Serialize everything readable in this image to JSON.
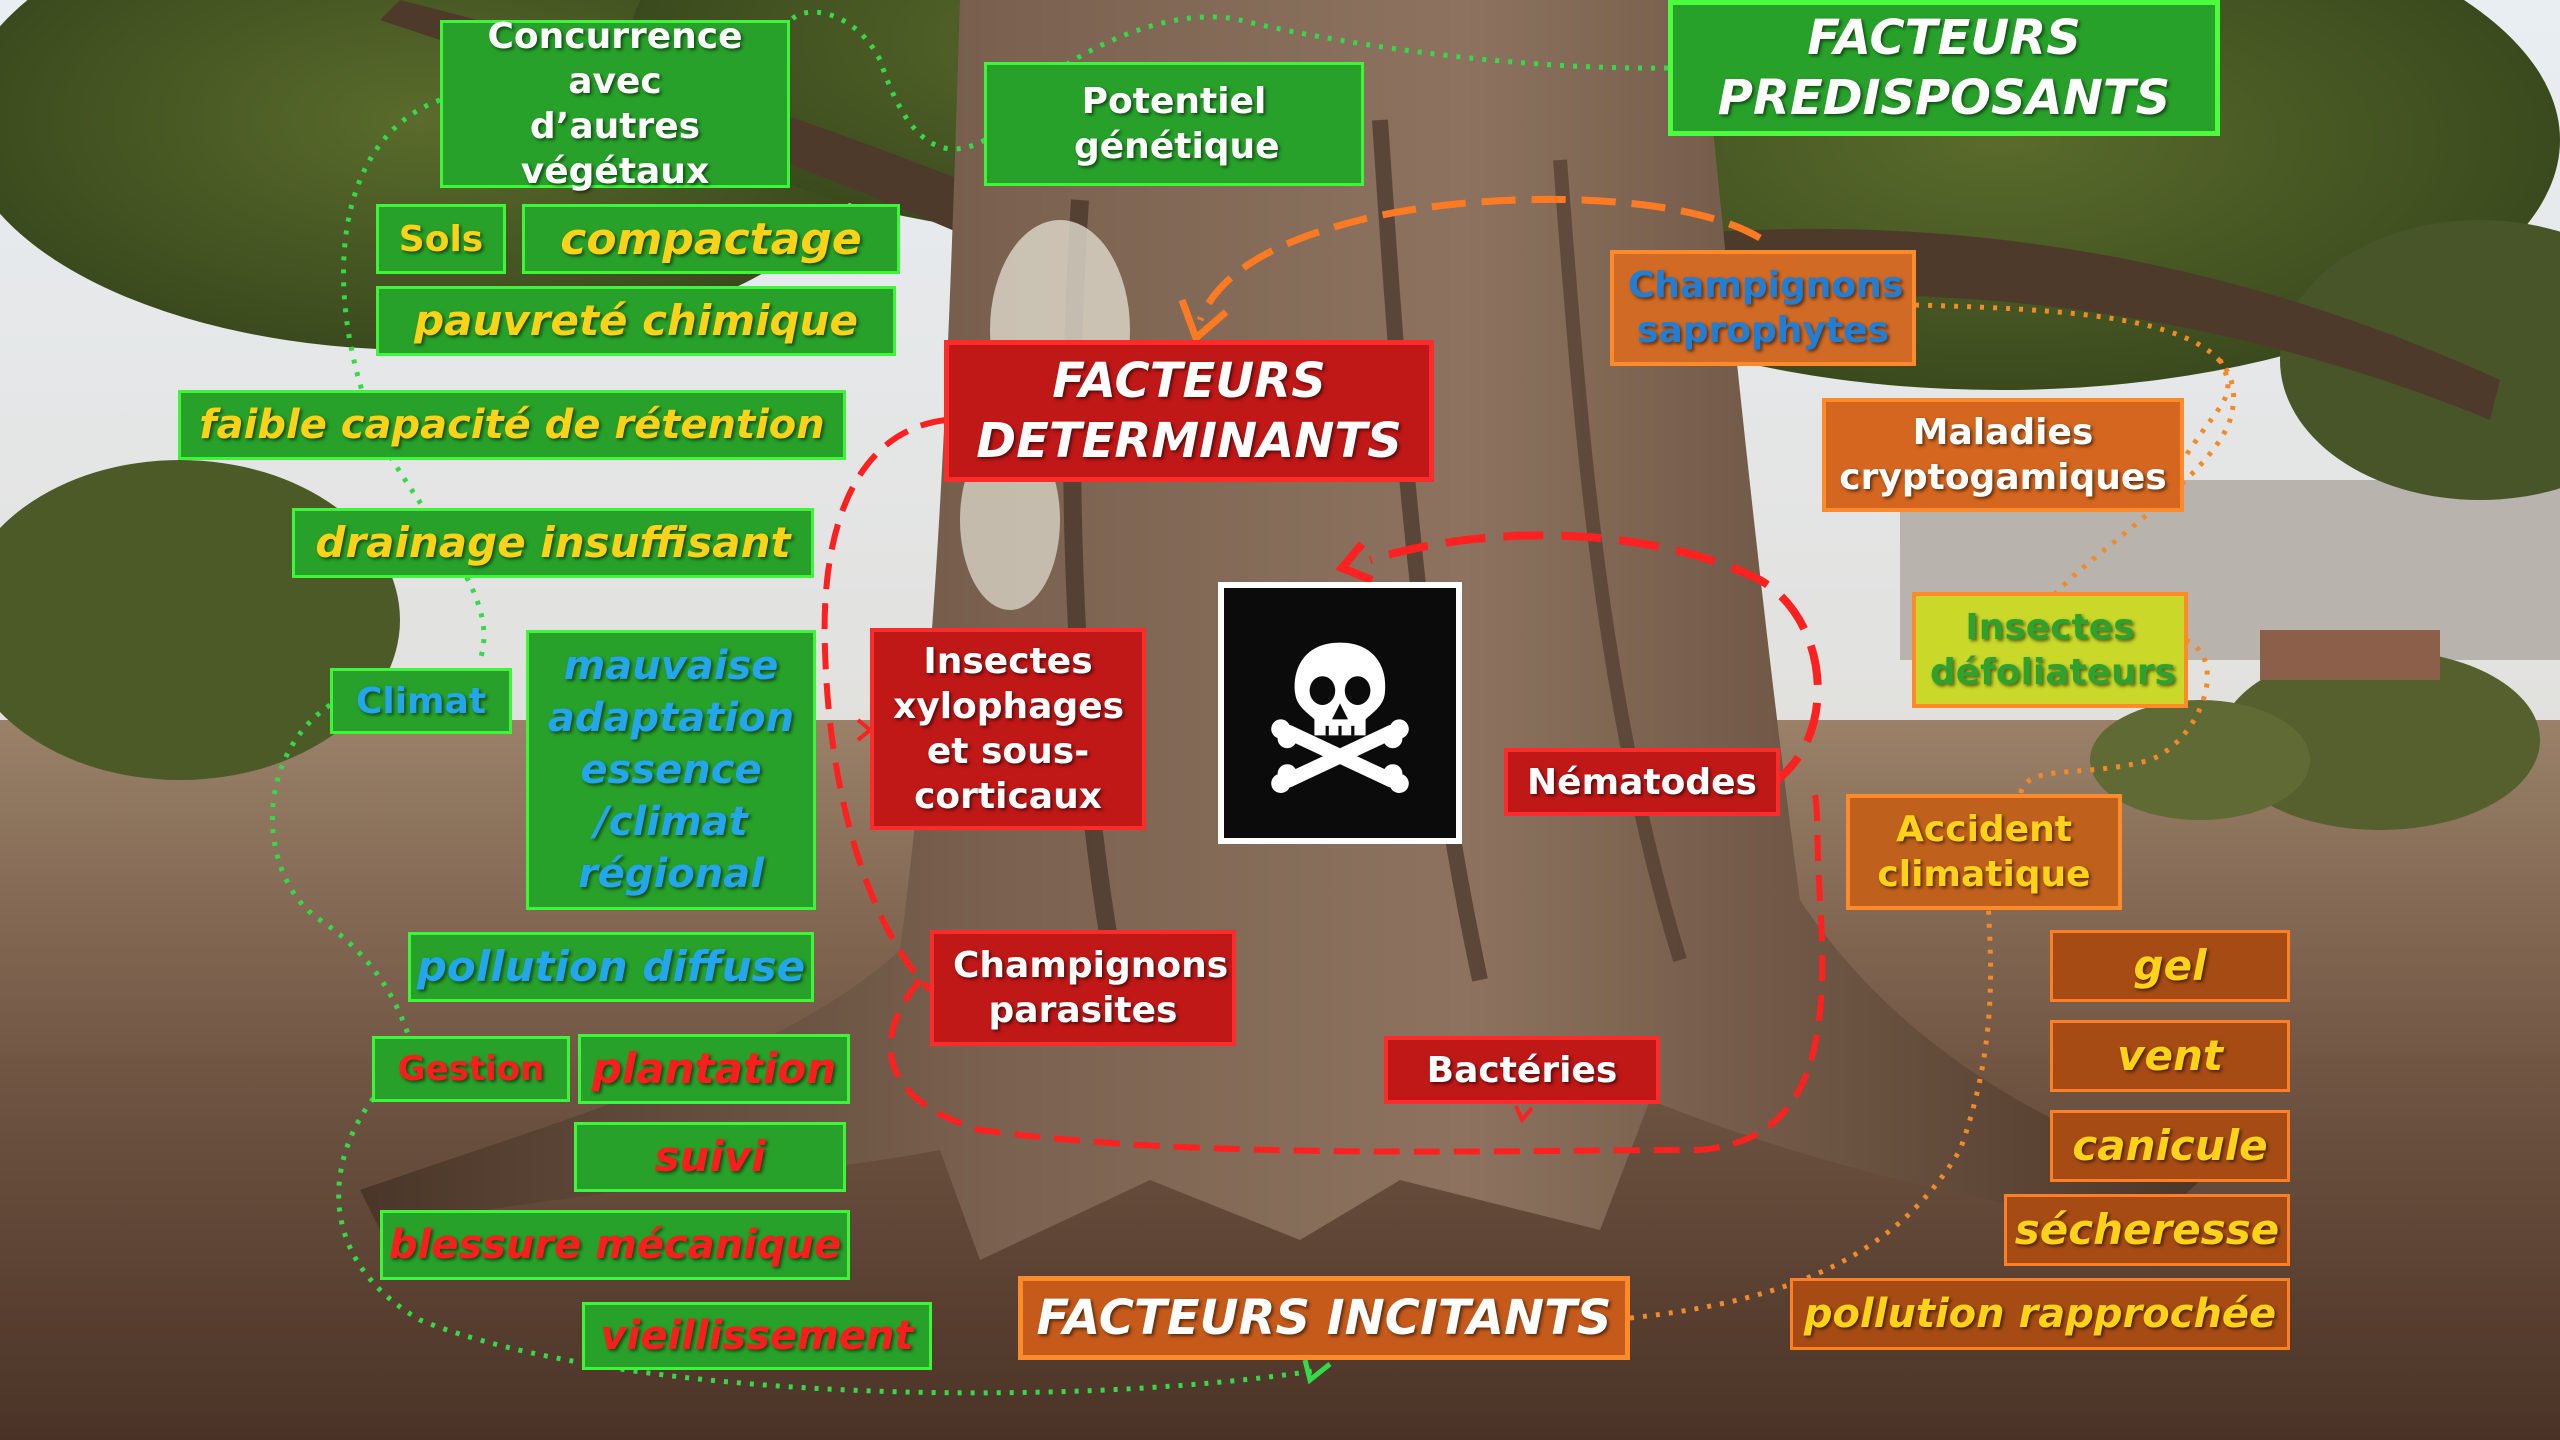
{
  "headers": {
    "predisposants": "FACTEURS PREDISPOSANTS",
    "determinants": "FACTEURS DETERMINANTS",
    "incitants": "FACTEURS INCITANTS"
  },
  "predisposants": {
    "concurrence": "Concurrence avec d’autres végétaux",
    "potentiel": "Potentiel génétique",
    "sols": "Sols",
    "compactage": "compactage",
    "pauvrete": "pauvreté chimique",
    "retention": "faible capacité de rétention",
    "drainage": "drainage insuffisant",
    "climat": "Climat",
    "adaptation": "mauvaise adaptation essence /climat régional",
    "pollution_diffuse": "pollution diffuse",
    "gestion": "Gestion",
    "plantation": "plantation",
    "suivi": "suivi",
    "blessure": "blessure mécanique",
    "vieillissement": "vieillissement"
  },
  "determinants": {
    "insectes_xylo": "Insectes xylophages et sous-corticaux",
    "nematodes": "Nématodes",
    "champignons_parasites": "Champignons parasites",
    "bacteries": "Bactéries",
    "death_icon": "skull-crossbones-icon"
  },
  "incitants": {
    "champignons_sapro": "Champignons saprophytes",
    "maladies": "Maladies cryptogamiques",
    "insectes_defol": "Insectes défoliateurs",
    "accident": "Accident climatique",
    "gel": "gel",
    "vent": "vent",
    "canicule": "canicule",
    "secheresse": "sécheresse",
    "pollution_rapprochee": "pollution rapprochée"
  },
  "colors": {
    "green_box": "#27a12a",
    "green_border": "#3ff53a",
    "red_box": "#c01717",
    "orange_box": "#d4661f",
    "yellow_text": "#ffd21a",
    "blue_text": "#23a6ee"
  }
}
